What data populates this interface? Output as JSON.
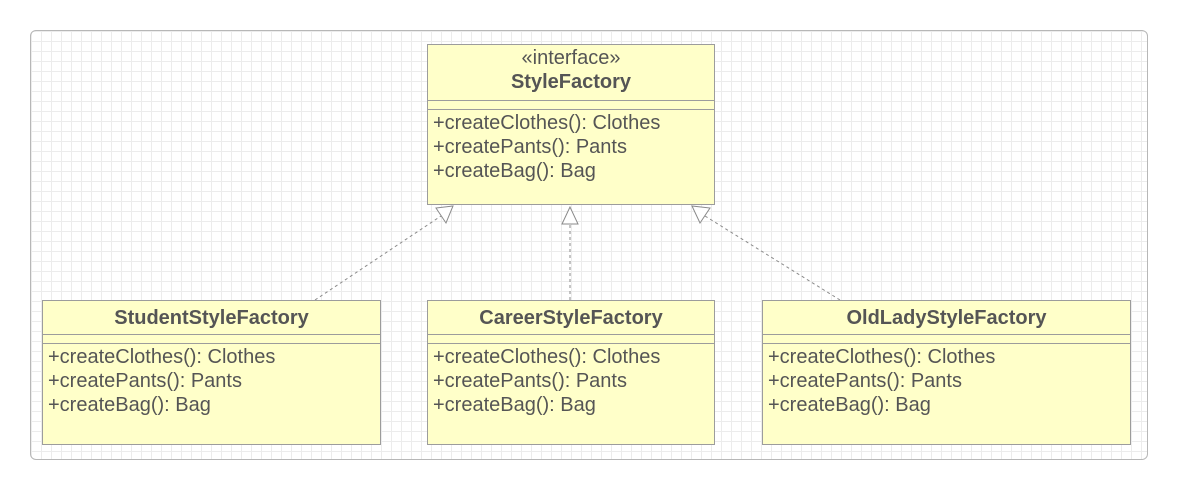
{
  "diagram": {
    "interface": {
      "stereotype": "«interface»",
      "name": "StyleFactory",
      "operations": [
        "+createClothes(): Clothes",
        "+createPants(): Pants",
        "+createBag(): Bag"
      ]
    },
    "implementations": [
      {
        "name": "StudentStyleFactory",
        "operations": [
          "+createClothes(): Clothes",
          "+createPants(): Pants",
          "+createBag(): Bag"
        ]
      },
      {
        "name": "CareerStyleFactory",
        "operations": [
          "+createClothes(): Clothes",
          "+createPants(): Pants",
          "+createBag(): Bag"
        ]
      },
      {
        "name": "OldLadyStyleFactory",
        "operations": [
          "+createClothes(): Clothes",
          "+createPants(): Pants",
          "+createBag(): Bag"
        ]
      }
    ],
    "relationships": [
      {
        "from": "StudentStyleFactory",
        "to": "StyleFactory",
        "type": "realization"
      },
      {
        "from": "CareerStyleFactory",
        "to": "StyleFactory",
        "type": "realization"
      },
      {
        "from": "OldLadyStyleFactory",
        "to": "StyleFactory",
        "type": "realization"
      }
    ],
    "colors": {
      "class_fill": "#ffffc9",
      "class_border": "#9c9c9c",
      "text": "#555555",
      "connector": "#8a8a8a"
    }
  }
}
